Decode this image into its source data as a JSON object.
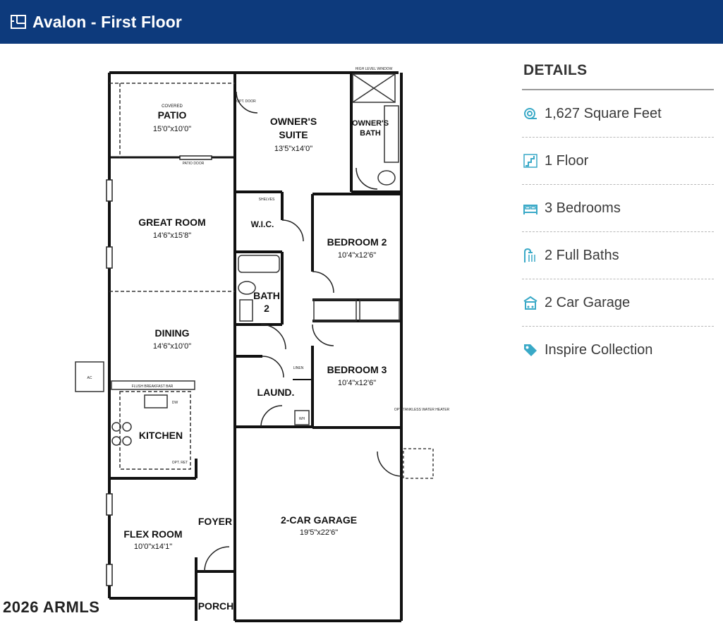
{
  "header": {
    "title": "Avalon - First Floor",
    "icon": "floorplan-icon"
  },
  "details": {
    "heading": "DETAILS",
    "items": [
      {
        "label": "1,627 Square Feet",
        "icon": "area-icon"
      },
      {
        "label": "1 Floor",
        "icon": "stairs-icon"
      },
      {
        "label": "3 Bedrooms",
        "icon": "bed-icon"
      },
      {
        "label": "2 Full Baths",
        "icon": "shower-icon"
      },
      {
        "label": "2 Car Garage",
        "icon": "garage-icon"
      },
      {
        "label": "Inspire Collection",
        "icon": "tag-icon"
      }
    ],
    "accent_color": "#39a9c7"
  },
  "plan": {
    "rooms": {
      "patio": {
        "name": "PATIO",
        "dims": "15'0\"x10'0\"",
        "note": "COVERED"
      },
      "owners_suite": {
        "name": "OWNER'S",
        "name2": "SUITE",
        "dims": "13'5\"x14'0\""
      },
      "owners_bath": {
        "name": "OWNER'S",
        "name2": "BATH"
      },
      "great_room": {
        "name": "GREAT ROOM",
        "dims": "14'6\"x15'8\""
      },
      "wic": {
        "name": "W.I.C."
      },
      "bedroom2": {
        "name": "BEDROOM 2",
        "dims": "10'4\"x12'6\""
      },
      "bath2": {
        "name": "BATH",
        "name2": "2"
      },
      "dining": {
        "name": "DINING",
        "dims": "14'6\"x10'0\""
      },
      "bedroom3": {
        "name": "BEDROOM 3",
        "dims": "10'4\"x12'6\""
      },
      "laundry": {
        "name": "LAUND."
      },
      "kitchen": {
        "name": "KITCHEN"
      },
      "flex": {
        "name": "FLEX ROOM",
        "dims": "10'0\"x14'1\""
      },
      "foyer": {
        "name": "FOYER"
      },
      "garage": {
        "name": "2-CAR GARAGE",
        "dims": "19'5\"x22'6\""
      },
      "porch": {
        "name": "PORCH"
      }
    },
    "small_labels": {
      "opt_door": "OPT. DOOR",
      "patio_door": "PATIO DOOR",
      "high_level_window": "HIGH LEVEL WINDOW",
      "shelves": "SHELVES",
      "linen": "LINEN",
      "ac": "AC",
      "dw": "DW",
      "opt_ret": "OPT. RET",
      "flush_bar": "FLUSH BREAKFAST BAR",
      "wh": "WH",
      "opt_tankless": "OPT. TANKLESS WATER HEATER"
    }
  },
  "watermark": "2026 ARMLS"
}
